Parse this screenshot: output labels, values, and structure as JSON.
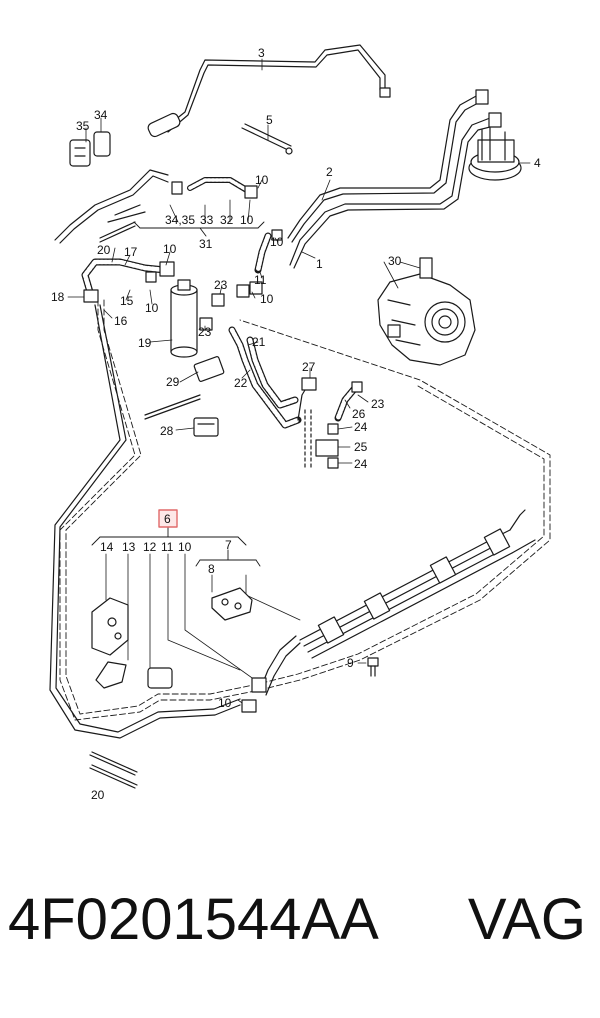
{
  "labels": {
    "p3": "3",
    "p34": "34",
    "p35": "35",
    "p5": "5",
    "p2": "2",
    "p4": "4",
    "p10a": "10",
    "p34_35": "34,35",
    "p33": "33",
    "p32": "32",
    "p10b": "10",
    "p31": "31",
    "p20a": "20",
    "p17": "17",
    "p10c": "10",
    "p10d": "10",
    "p11a": "11",
    "p1": "1",
    "p30": "30",
    "p18": "18",
    "p15": "15",
    "p16": "16",
    "p10e": "10",
    "p23a": "23",
    "p10f": "10",
    "p23b": "23",
    "p19": "19",
    "p21": "21",
    "p22": "22",
    "p29": "29",
    "p27": "27",
    "p26": "26",
    "p23c": "23",
    "p24a": "24",
    "p28": "28",
    "p25": "25",
    "p24b": "24",
    "p6": "6",
    "p14": "14",
    "p13": "13",
    "p12": "12",
    "p11b": "11",
    "p10g": "10",
    "p7": "7",
    "p8": "8",
    "p9": "9",
    "p10h": "10",
    "p20b": "20"
  },
  "footer": {
    "part_number": "4F0201544AA",
    "brand": "VAG"
  },
  "colors": {
    "line": "#1a1a1a",
    "highlight_box": "#e06a6a",
    "highlight_fill": "#fde8e8",
    "dashed_boundary": "#333333"
  }
}
